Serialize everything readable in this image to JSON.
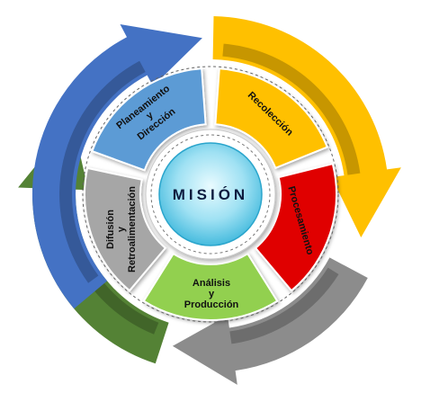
{
  "center": {
    "label": "MISIÓN"
  },
  "segments": [
    {
      "id": "planeamiento",
      "lines": [
        "Planeamiento",
        "y",
        "Dirección"
      ],
      "color": "#5b9bd5"
    },
    {
      "id": "recoleccion",
      "lines": [
        "Recolección"
      ],
      "color": "#ffc000"
    },
    {
      "id": "procesamiento",
      "lines": [
        "Procesamiento"
      ],
      "color": "#e00000"
    },
    {
      "id": "analisis",
      "lines": [
        "Análisis",
        "y",
        "Producción"
      ],
      "color": "#92d050"
    },
    {
      "id": "difusion",
      "lines": [
        "Difusión",
        "y",
        "Retroalimentación"
      ],
      "color": "#a6a6a6"
    }
  ],
  "arrows": [
    {
      "id": "blue",
      "color": "#4472c4"
    },
    {
      "id": "yellow",
      "color": "#ffc000"
    },
    {
      "id": "gray",
      "color": "#8c8c8c"
    },
    {
      "id": "green",
      "color": "#548235"
    }
  ]
}
